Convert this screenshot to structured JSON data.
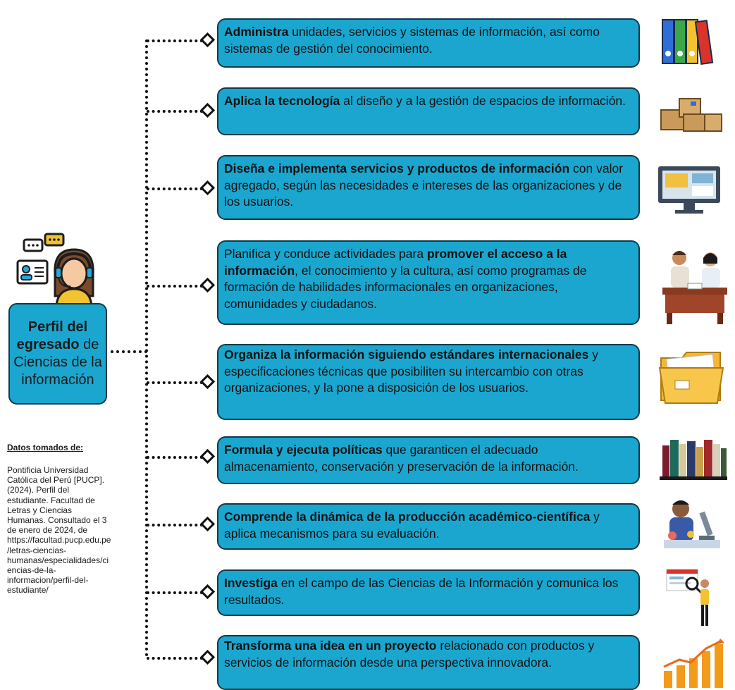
{
  "center": {
    "bold1": "Perfil del",
    "bold2": "egresado",
    "rest1": " de",
    "rest2": "Ciencias de la",
    "rest3": "información"
  },
  "items": [
    {
      "bold": "Administra",
      "text": " unidades, servicios y sistemas de información, así como sistemas de gestión del conocimiento.",
      "icon": "binders-icon"
    },
    {
      "bold": "Aplica la tecnología",
      "text": " al diseño y a la gestión de espacios de información.",
      "icon": "boxes-icon"
    },
    {
      "bold": "Diseña e implementa servicios y productos de información",
      "text": " con valor agregado, según las necesidades e intereses de las organizaciones y de los usuarios.",
      "icon": "computer-monitor-icon"
    },
    {
      "prefix": "Planifica y conduce actividades para ",
      "bold": "promover el acceso a la información",
      "text": ", el conocimiento y la cultura, así como programas de formación de habilidades informacionales en organizaciones, comunidades y ciudadanos.",
      "icon": "students-reading-icon"
    },
    {
      "bold": "Organiza la información siguiendo estándares internacionales",
      "text": " y especificaciones técnicas que posibiliten su intercambio con otras organizaciones, y la pone a disposición de los usuarios.",
      "icon": "folder-icon"
    },
    {
      "bold": "Formula y ejecuta políticas",
      "text": " que garanticen el adecuado almacenamiento, conservación y preservación de la información.",
      "icon": "books-shelf-icon"
    },
    {
      "bold": "Comprende la dinámica de la producción académico-científica",
      "text": " y aplica mecanismos para su evaluación.",
      "icon": "scientist-microscope-icon"
    },
    {
      "bold": "Investiga",
      "text": " en el campo de las Ciencias de la Información y comunica los resultados.",
      "icon": "researcher-magnifier-icon"
    },
    {
      "bold": "Transforma una idea en un proyecto",
      "text": " relacionado con productos y servicios de información desde una perspectiva innovadora.",
      "icon": "growth-chart-icon"
    }
  ],
  "source": {
    "title": "Datos tomados de:",
    "text": "Pontificia Universidad Católica del Perú [PUCP]. (2024). Perfil del estudiante. Facultad de Letras y Ciencias Humanas. Consultado el 3 de enero de 2024, de https://facultad.pucp.edu.pe/letras-ciencias-humanas/especialidades/ciencias-de-la-informacion/perfil-del-estudiante/"
  },
  "colors": {
    "box": "#1aa6cf",
    "border": "#0f3b4a",
    "connector": "#111111"
  },
  "main_icon": "support-agent-icon"
}
